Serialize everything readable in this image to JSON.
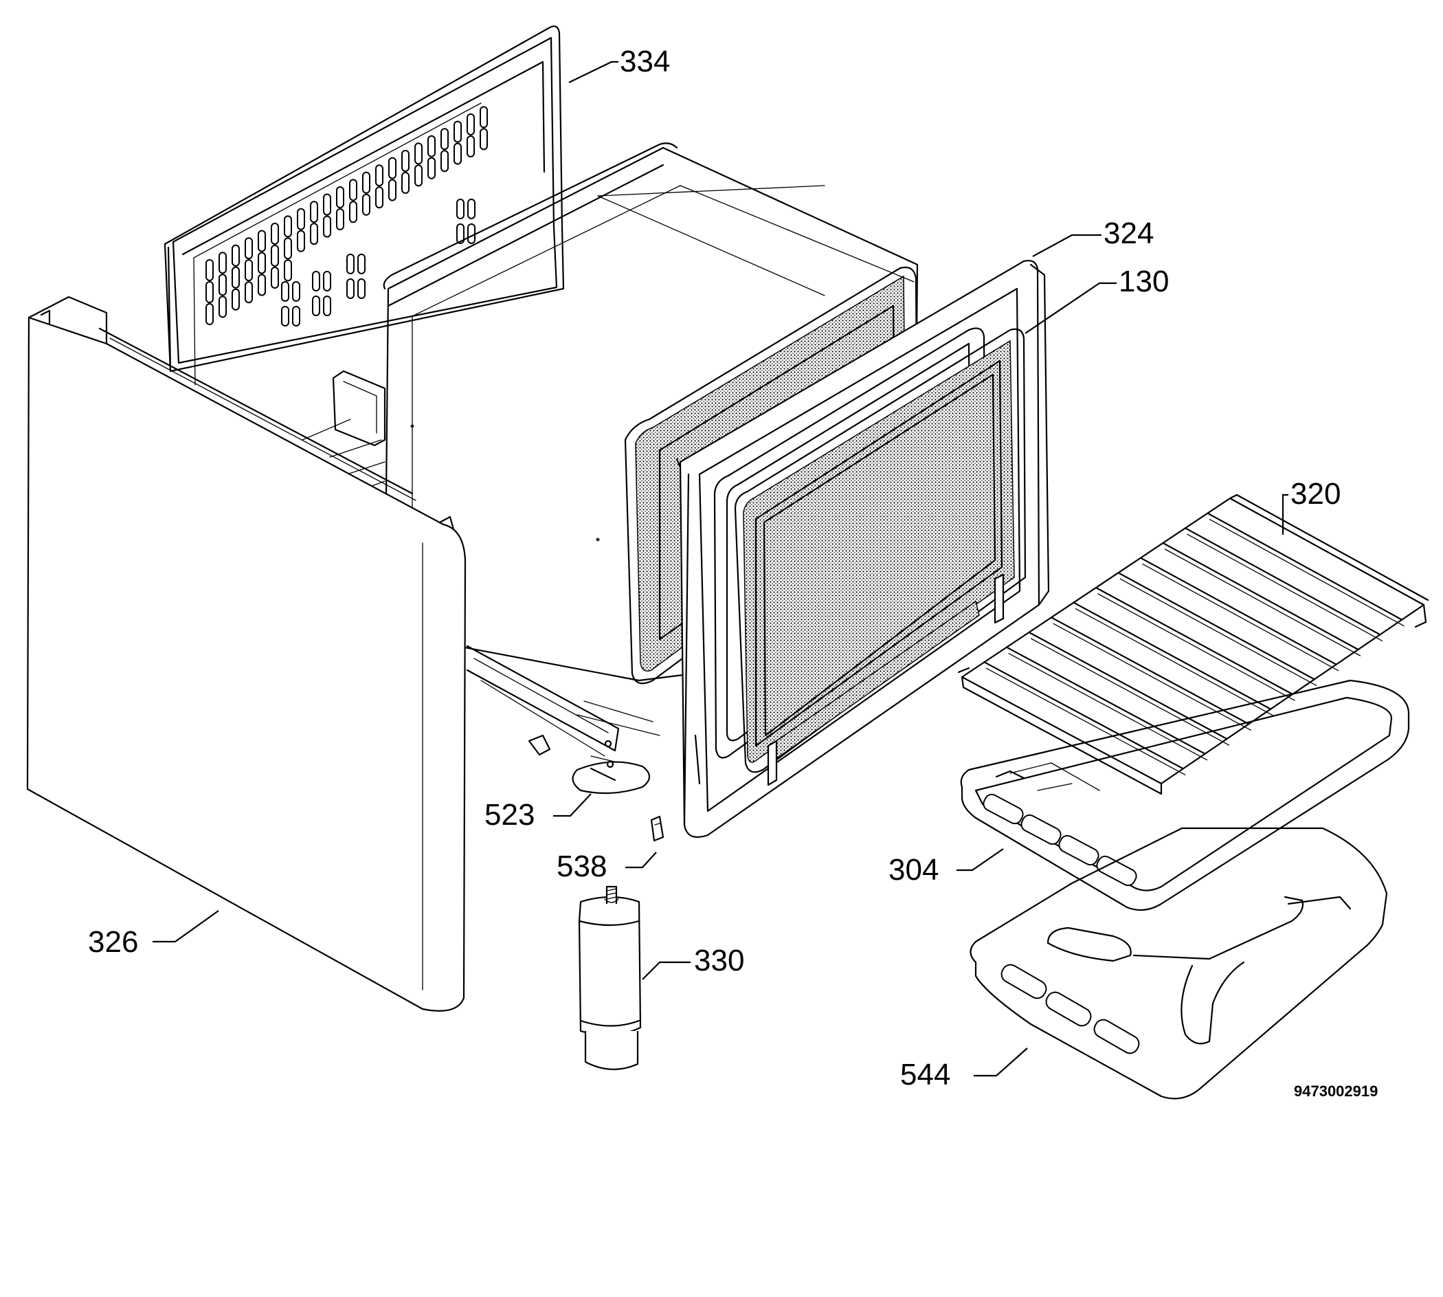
{
  "labels": {
    "p334": "334",
    "p324": "324",
    "p130": "130",
    "p320": "320",
    "p523": "523",
    "p538": "538",
    "p304": "304",
    "p326": "326",
    "p330": "330",
    "p544": "544"
  },
  "drawing_code": "9473002919"
}
